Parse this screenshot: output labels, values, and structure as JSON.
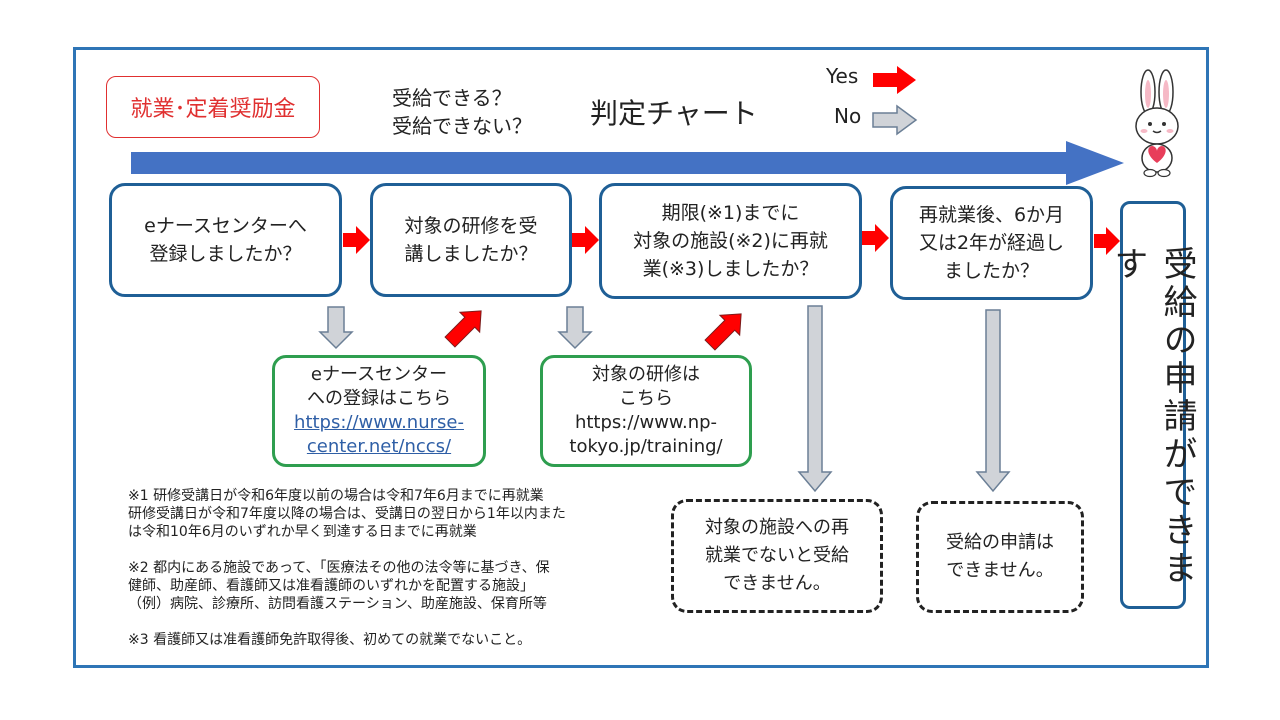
{
  "badge": "就業･定着奨励金",
  "subtitle": [
    "受給できる？",
    "受給できない？"
  ],
  "title": "判定チャート",
  "legend": {
    "yes": "Yes",
    "no": "No"
  },
  "colors": {
    "frame": "#2e75b6",
    "yes_arrow": "#ff0000",
    "no_arrow": "#d0d3d8",
    "green_box": "#2e9e4f",
    "badge": "#e03030"
  },
  "steps": [
    "eナースセンターへ\n登録しましたか？",
    "対象の研修を受\n講しましたか？",
    "期限(※1)までに\n対象の施設(※2)に再就\n業(※3)しましたか？",
    "再就業後、6か月\n又は2年が経過し\nましたか？"
  ],
  "final": "受給の申請ができます",
  "links": [
    {
      "text": "eナースセンター\nへの登録はこちら",
      "url": "https://www.nurse-\ncenter.net/nccs/"
    },
    {
      "text": "対象の研修は\nこちら",
      "url": "https://www.np-\ntokyo.jp/training/"
    }
  ],
  "outcomes": [
    "対象の施設への再\n就業でないと受給\nできません。",
    "受給の申請は\nできません。"
  ],
  "notes": [
    "※1 研修受講日が令和6年度以前の場合は令和7年6月までに再就業",
    "研修受講日が令和7年度以降の場合は、受講日の翌日から1年以内また",
    "は令和10年6月のいずれか早く到達する日までに再就業",
    "",
    "※2 都内にある施設であって、「医療法その他の法令等に基づき、保",
    "健師、助産師、看護師又は准看護師のいずれかを配置する施設」",
    "（例）病院、診療所、訪問看護ステーション、助産施設、保育所等",
    "",
    "※3 看護師又は准看護師免許取得後、初めての就業でないこと。"
  ]
}
